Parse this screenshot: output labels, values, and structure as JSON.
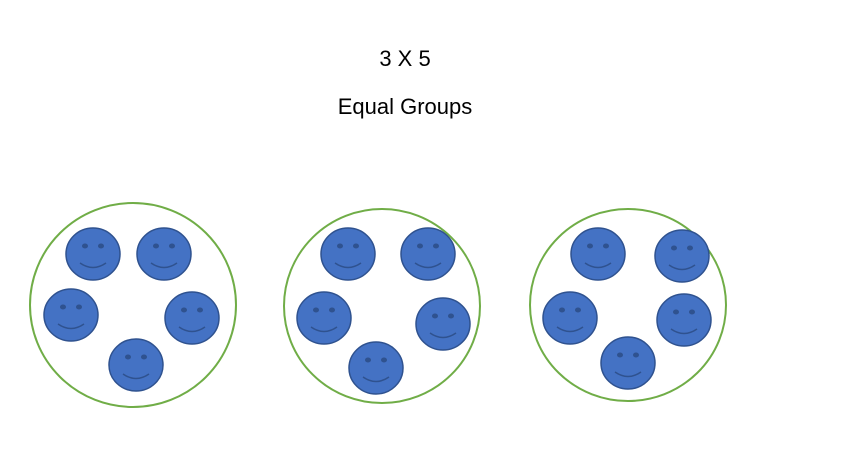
{
  "title": "3 X 5",
  "subtitle": "Equal Groups",
  "groups": [
    {
      "smiley_count": 5
    },
    {
      "smiley_count": 5
    },
    {
      "smiley_count": 5
    }
  ],
  "colors": {
    "group_outline": "#70ad47",
    "smiley_fill": "#4472c4",
    "smiley_outline": "#2f528f",
    "smiley_features": "#2f528f"
  },
  "icons": {
    "group": "circle-outline",
    "item": "smiley-face-icon"
  }
}
